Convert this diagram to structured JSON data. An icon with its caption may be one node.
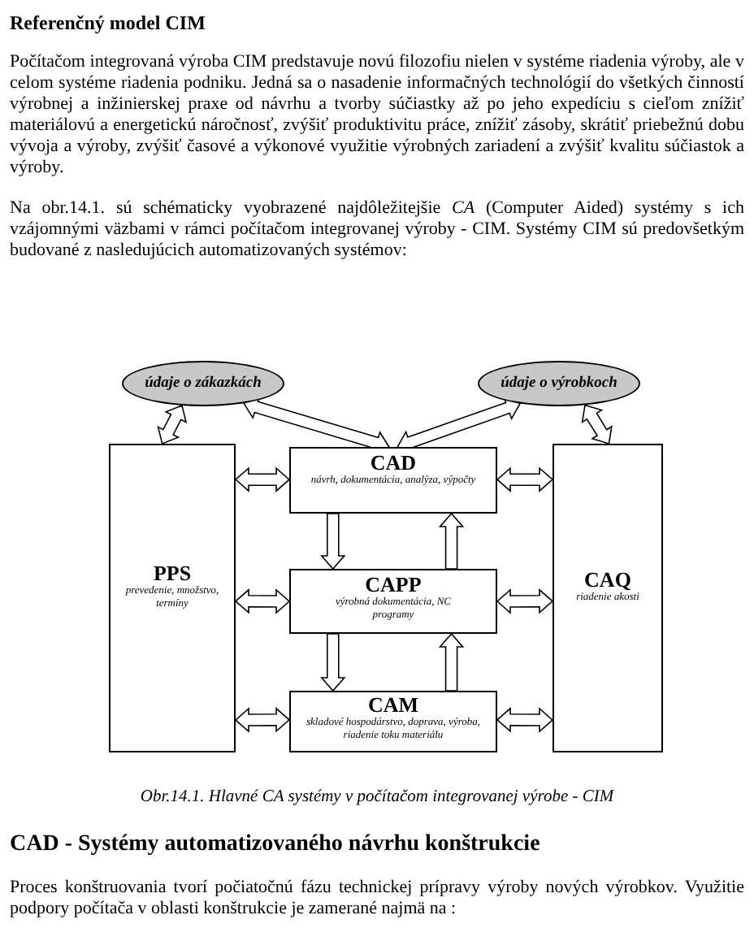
{
  "diagram": {
    "title": "Referenčný model CIM",
    "caption": "Obr.14.1. Hlavné CA systémy v počítačom integrovanej výrobe - CIM",
    "nodes": [
      {
        "text": [
          "údaje o zákazkách"
        ]
      },
      {
        "text": [
          "údaje o výrobkoch"
        ]
      },
      {
        "text": [
          "PPS",
          "prevedenie, množstvo, termíny"
        ]
      },
      {
        "text": [
          "CAD",
          "návrh, dokumentácia, analýza, výpočty"
        ]
      },
      {
        "text": [
          "CAQ",
          "riadenie akosti"
        ]
      },
      {
        "text": [
          "CAPP",
          "výrobná dokumentácia, NC programy"
        ]
      },
      {
        "text": [
          "CAM",
          "skladové hospodárstvo, doprava, výroba, riadenie toku materiálu"
        ]
      }
    ],
    "edges": [
      {
        "from": 0,
        "to": 2,
        "arrow": "both"
      },
      {
        "from": 0,
        "to": 3,
        "arrow": "both"
      },
      {
        "from": 1,
        "to": 3,
        "arrow": "both"
      },
      {
        "from": 1,
        "to": 4,
        "arrow": "both"
      },
      {
        "from": 2,
        "to": 3,
        "arrow": "both"
      },
      {
        "from": 3,
        "to": 4,
        "arrow": "both"
      },
      {
        "from": 3,
        "to": 5,
        "arrow": "to"
      },
      {
        "from": 5,
        "to": 3,
        "arrow": "to"
      },
      {
        "from": 2,
        "to": 5,
        "arrow": "both"
      },
      {
        "from": 5,
        "to": 4,
        "arrow": "both"
      },
      {
        "from": 5,
        "to": 6,
        "arrow": "to"
      },
      {
        "from": 6,
        "to": 5,
        "arrow": "to"
      },
      {
        "from": 2,
        "to": 6,
        "arrow": "both"
      },
      {
        "from": 6,
        "to": 4,
        "arrow": "both"
      }
    ],
    "labels": [
      "Počítačom integrovaná výroba CIM predstavuje novú filozofiu nielen v systéme riadenia výroby, ale v celom systéme riadenia podniku. Jedná sa o nasadenie informačných technológií do všetkých činností výrobnej a inžinierskej praxe od návrhu a tvorby súčiastky až po jeho expedíciu s cieľom znížiť materiálovú a energetickú náročnosť, zvýšiť produktivitu práce, znížiť zásoby, skrátiť priebežnú dobu vývoja a výroby, zvýšiť časové a výkonové využitie výrobných zariadení a zvýšiť kvalitu súčiastok a výroby.",
      "Na obr.14.1. sú schématicky vyobrazené najdôležitejšie *CA* (Computer Aided) systémy s ich vzájomnými väzbami v rámci počítačom integrovanej výroby - CIM. Systémy CIM sú predovšetkým budované z nasledujúcich automatizovaných systémov:",
      "CAD - Systémy automatizovaného návrhu konštrukcie",
      "Proces konštruovania tvorí počiatočnú fázu technickej prípravy výroby nových výrobkov. Využitie podpory počítača v oblasti konštrukcie je zamerané najmä na :"
    ]
  }
}
